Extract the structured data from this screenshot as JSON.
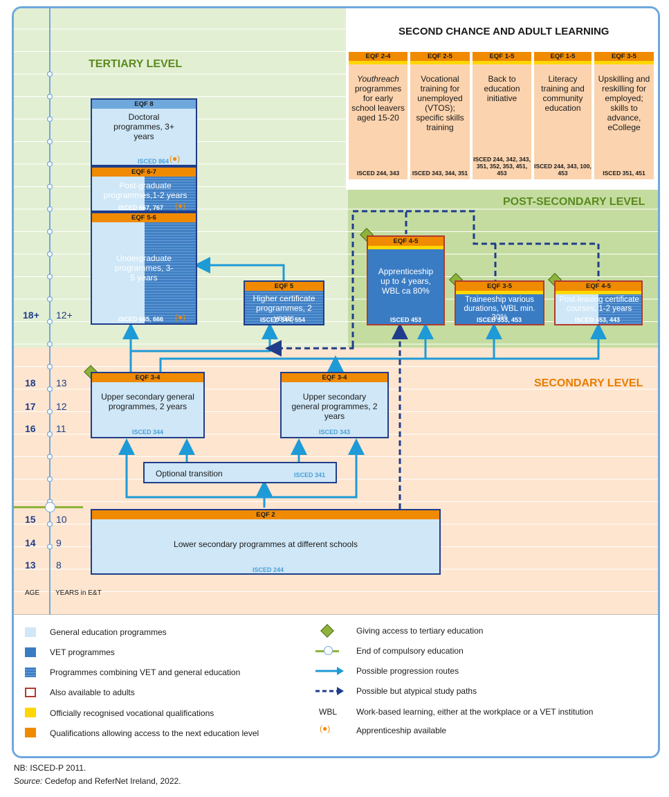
{
  "colors": {
    "tertiary_bg": "#e3efd3",
    "postsec_bg": "#c4dca0",
    "secondary_bg": "#fde5cf",
    "general": "#cfe7f7",
    "vet": "#3a7cc4",
    "orange": "#f08a00",
    "yellow": "#ffd700",
    "adult_border": "#b03a2e",
    "frame": "#6fa8dc"
  },
  "levels": {
    "tertiary": "TERTIARY LEVEL",
    "post_secondary": "POST-SECONDARY LEVEL",
    "secondary": "SECONDARY LEVEL"
  },
  "second_chance": {
    "title": "SECOND CHANCE AND ADULT LEARNING",
    "columns": [
      {
        "eqf": "EQF 2-4",
        "text_italic": "Youthreach",
        "text": "programmes for early school leavers aged 15-20",
        "isced": "ISCED 244, 343"
      },
      {
        "eqf": "EQF 2-5",
        "text_italic": "",
        "text": "Vocational training for unemployed (VTOS); specific skills training",
        "isced": "ISCED 343, 344, 351"
      },
      {
        "eqf": "EQF 1-5",
        "text_italic": "",
        "text": "Back to education initiative",
        "isced": "ISCED 244, 342, 343, 351, 352, 353, 451, 453"
      },
      {
        "eqf": "EQF 1-5",
        "text_italic": "",
        "text": "Literacy training and community education",
        "isced": "ISCED 244, 343, 100, 453"
      },
      {
        "eqf": "EQF 3-5",
        "text_italic": "",
        "text": "Upskilling and reskilling for employed; skills to advance, eCollege",
        "isced": "ISCED 351, 451"
      }
    ]
  },
  "programmes": {
    "doctoral": {
      "eqf": "EQF 8",
      "text": "Doctoral programmes, 3+ years",
      "isced": "ISCED 864",
      "appr": "(●)"
    },
    "postgrad": {
      "eqf": "EQF 6-7",
      "text": "Post-graduate programmes,1-2 years",
      "isced": "ISCED 667, 767",
      "appr": "(●)"
    },
    "undergrad": {
      "eqf": "EQF 5-6",
      "text": "Undergraduate programmes, 3-5 years",
      "isced": "ISCED 665, 666",
      "appr": "(●)"
    },
    "higher_cert": {
      "eqf": "EQF 5",
      "text": "Higher certificate programmes, 2 years",
      "isced": "ISCED 544, 554"
    },
    "apprenticeship": {
      "eqf": "EQF 4-5",
      "text": "Apprenticeship up to 4 years, WBL ca 80%",
      "isced": "ISCED 453"
    },
    "traineeship": {
      "eqf": "EQF 3-5",
      "text": "Traineeship various durations, WBL min. 30%",
      "isced": "ISCED 353, 453"
    },
    "post_leaving": {
      "eqf": "EQF 4-5",
      "text": "Post-leaving certificate courses, 1-2 years",
      "isced": "ISCED 453, 443"
    },
    "upper_sec_1": {
      "eqf": "EQF 3-4",
      "text": "Upper secondary general programmes, 2 years",
      "isced": "ISCED 344"
    },
    "upper_sec_2": {
      "eqf": "EQF 3-4",
      "text": "Upper secondary general programmes, 2 years",
      "isced": "ISCED 343"
    },
    "optional": {
      "text": "Optional transition",
      "isced": "ISCED 341"
    },
    "lower_sec": {
      "eqf": "EQF 2",
      "text": "Lower secondary programmes at different schools",
      "isced": "ISCED 244"
    }
  },
  "axis": {
    "ages": [
      "18+",
      "18",
      "17",
      "16",
      "15",
      "14",
      "13"
    ],
    "years": [
      "12+",
      "13",
      "12",
      "11",
      "10",
      "9",
      "8"
    ],
    "age_label": "AGE",
    "years_label": "YEARS in E&T"
  },
  "legend": {
    "left": [
      "General education programmes",
      "VET programmes",
      "Programmes combining VET and general education",
      "Also available to adults",
      "Officially recognised vocational qualifications",
      "Qualifications allowing access to the next education level"
    ],
    "right": [
      "Giving access to tertiary education",
      "End of compulsory education",
      "Possible progression routes",
      "Possible but atypical study paths",
      "Work-based learning, either at the workplace or a VET institution",
      "Apprenticeship available"
    ],
    "wbl": "WBL",
    "appr_symbol": "(●)"
  },
  "footer": {
    "nb": "NB: ISCED-P 2011.",
    "source_label": "Source:",
    "source_text": "Cedefop and ReferNet Ireland, 2022."
  }
}
